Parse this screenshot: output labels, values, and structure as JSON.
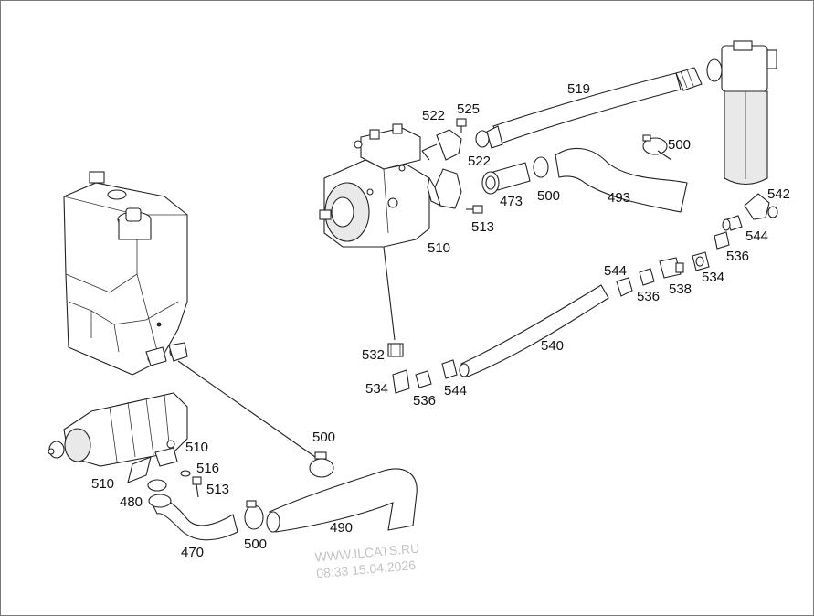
{
  "labels": {
    "p519": "519",
    "p522a": "522",
    "p525": "525",
    "p522b": "522",
    "p500a": "500",
    "p542": "542",
    "p473": "473",
    "p500b": "500",
    "p493": "493",
    "p513a": "513",
    "p510a": "510",
    "p544a": "544",
    "p536a": "536",
    "p544b": "544",
    "p536b": "536",
    "p538": "538",
    "p534a": "534",
    "p540": "540",
    "p532": "532",
    "p534b": "534",
    "p536c": "536",
    "p544c": "544",
    "p500c": "500",
    "p510b": "510",
    "p516": "516",
    "p510c": "510",
    "p513b": "513",
    "p480": "480",
    "p470": "470",
    "p500d": "500",
    "p490": "490"
  },
  "watermark": {
    "site": "WWW.ILCATS.RU",
    "datetime": "08:33 15.04.2026"
  }
}
